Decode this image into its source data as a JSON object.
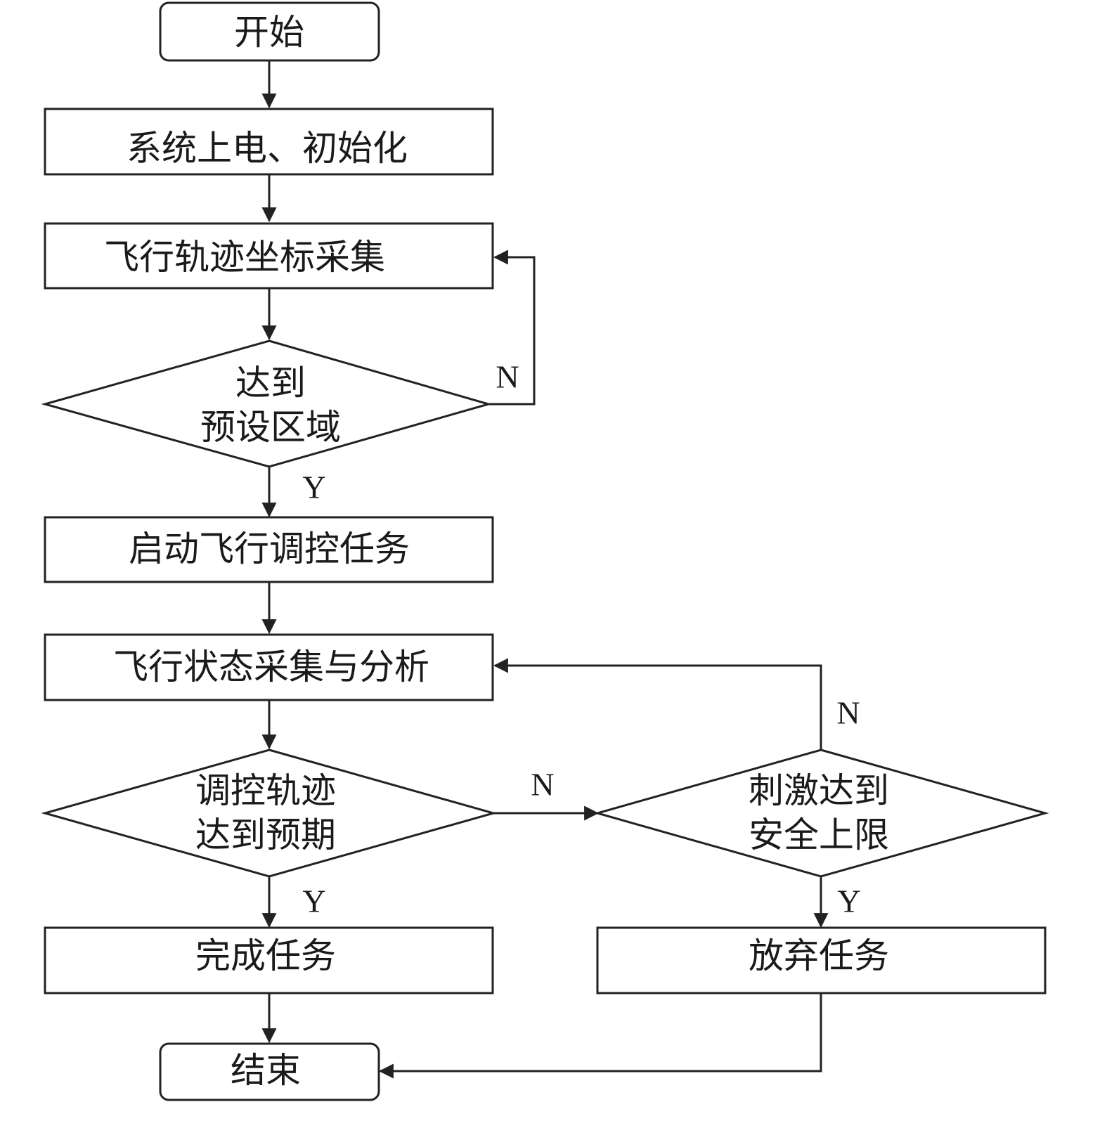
{
  "nodes": {
    "start": "开始",
    "init": "系统上电、初始化",
    "collect_coords": "飞行轨迹坐标采集",
    "reach_area_line1": "达到",
    "reach_area_line2": "预设区域",
    "start_task": "启动飞行调控任务",
    "state_analysis": "飞行状态采集与分析",
    "traj_expected_line1": "调控轨迹",
    "traj_expected_line2": "达到预期",
    "stim_limit_line1": "刺激达到",
    "stim_limit_line2": "安全上限",
    "complete_task": "完成任务",
    "abandon_task": "放弃任务",
    "end": "结束"
  },
  "edge_labels": {
    "area_no": "N",
    "area_yes": "Y",
    "traj_no": "N",
    "traj_yes": "Y",
    "stim_no": "N",
    "stim_yes": "Y"
  }
}
